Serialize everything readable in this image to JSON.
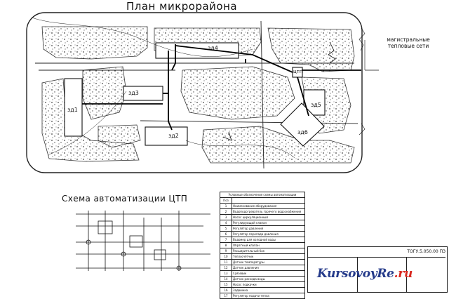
{
  "plan": {
    "title": "План микрорайона",
    "buildings": [
      "зд1",
      "зд2",
      "зд3",
      "зд4",
      "зд5",
      "зд6"
    ],
    "ctp_label": "цтп",
    "heat_network_label_line1": "магистральные",
    "heat_network_label_line2": "тепловые сети"
  },
  "scheme": {
    "title": "Схема автоматизации ЦТП"
  },
  "legend": {
    "header": "Условные обозначения схемы автоматизации",
    "col_pos": "Поз",
    "rows": [
      {
        "n": "1",
        "t": "Наименование оборудования"
      },
      {
        "n": "2",
        "t": "Водоподогреватель горячего водоснабжения"
      },
      {
        "n": "3",
        "t": "Насос циркуляционный"
      },
      {
        "n": "4",
        "t": "Регулирующий клапан"
      },
      {
        "n": "5",
        "t": "Регулятор давления"
      },
      {
        "n": "6",
        "t": "Регулятор перепада давления"
      },
      {
        "n": "7",
        "t": "Водомер для холодной воды"
      },
      {
        "n": "8",
        "t": "Обратный клапан"
      },
      {
        "n": "9",
        "t": "Расширительный бак"
      },
      {
        "n": "10",
        "t": "Теплосчётчик"
      },
      {
        "n": "11",
        "t": "Датчик температуры"
      },
      {
        "n": "12",
        "t": "Датчик давления"
      },
      {
        "n": "13",
        "t": "Грязевик"
      },
      {
        "n": "14",
        "t": "Датчик расхода воды"
      },
      {
        "n": "15",
        "t": "Насос подкачки"
      },
      {
        "n": "16",
        "t": "Задвижка"
      },
      {
        "n": "17",
        "t": "Регулятор подачи тепла"
      }
    ]
  },
  "stamp": {
    "code": "ТОГУ.5.050.00 ПЗ"
  },
  "watermark": {
    "part1": "KursovoyRe",
    "part2": ".ru"
  }
}
